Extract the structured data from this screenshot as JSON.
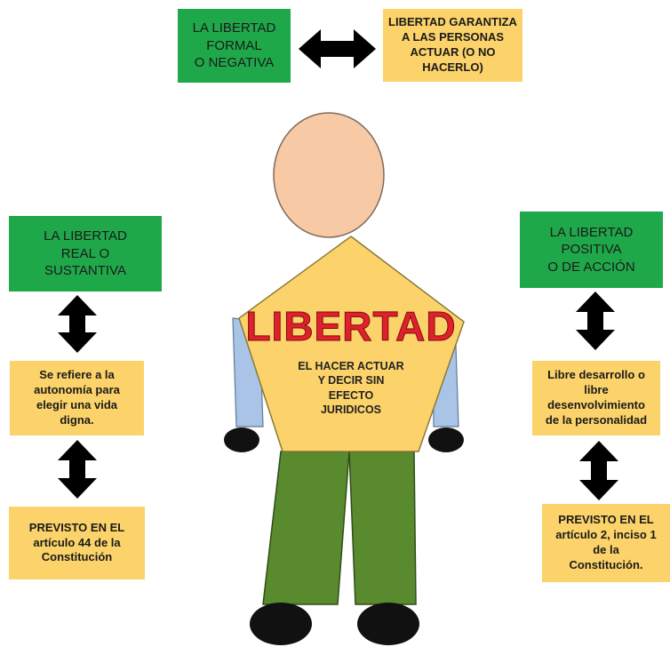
{
  "top": {
    "left_box": [
      "LA LIBERTAD",
      "FORMAL",
      "O NEGATIVA"
    ],
    "right_box": [
      "LIBERTAD GARANTIZA",
      "A LAS PERSONAS",
      "ACTUAR (O NO",
      "HACERLO)"
    ]
  },
  "left": {
    "title_box": [
      "LA LIBERTAD",
      "REAL O",
      "SUSTANTIVA"
    ],
    "desc_box": [
      "Se refiere a la",
      "autonomía para",
      "elegir una vida",
      "digna."
    ],
    "ref_box": [
      "PREVISTO EN EL",
      "artículo 44 de la",
      "Constitución"
    ]
  },
  "right": {
    "title_box": [
      "LA LIBERTAD",
      "POSITIVA",
      "O DE ACCIÓN"
    ],
    "desc_box": [
      "Libre desarrollo o",
      "libre",
      "desenvolvimiento",
      "de la personalidad"
    ],
    "ref_box": [
      "PREVISTO EN EL",
      "artículo 2, inciso 1",
      "de la",
      "Constitución."
    ]
  },
  "figure": {
    "shirt_title": "LIBERTAD",
    "shirt_text": [
      "EL HACER ACTUAR",
      "Y DECIR SIN",
      "EFECTO",
      "JURIDICOS"
    ]
  },
  "colors": {
    "green_box": "#1fa84a",
    "yellow_box": "#fcd36a",
    "head": "#f8c9a5",
    "shirt": "#fcd36a",
    "sleeves": "#a9c4e6",
    "pants": "#5a8a2e",
    "shoes": "#111111",
    "title_red": "#e0202c"
  }
}
